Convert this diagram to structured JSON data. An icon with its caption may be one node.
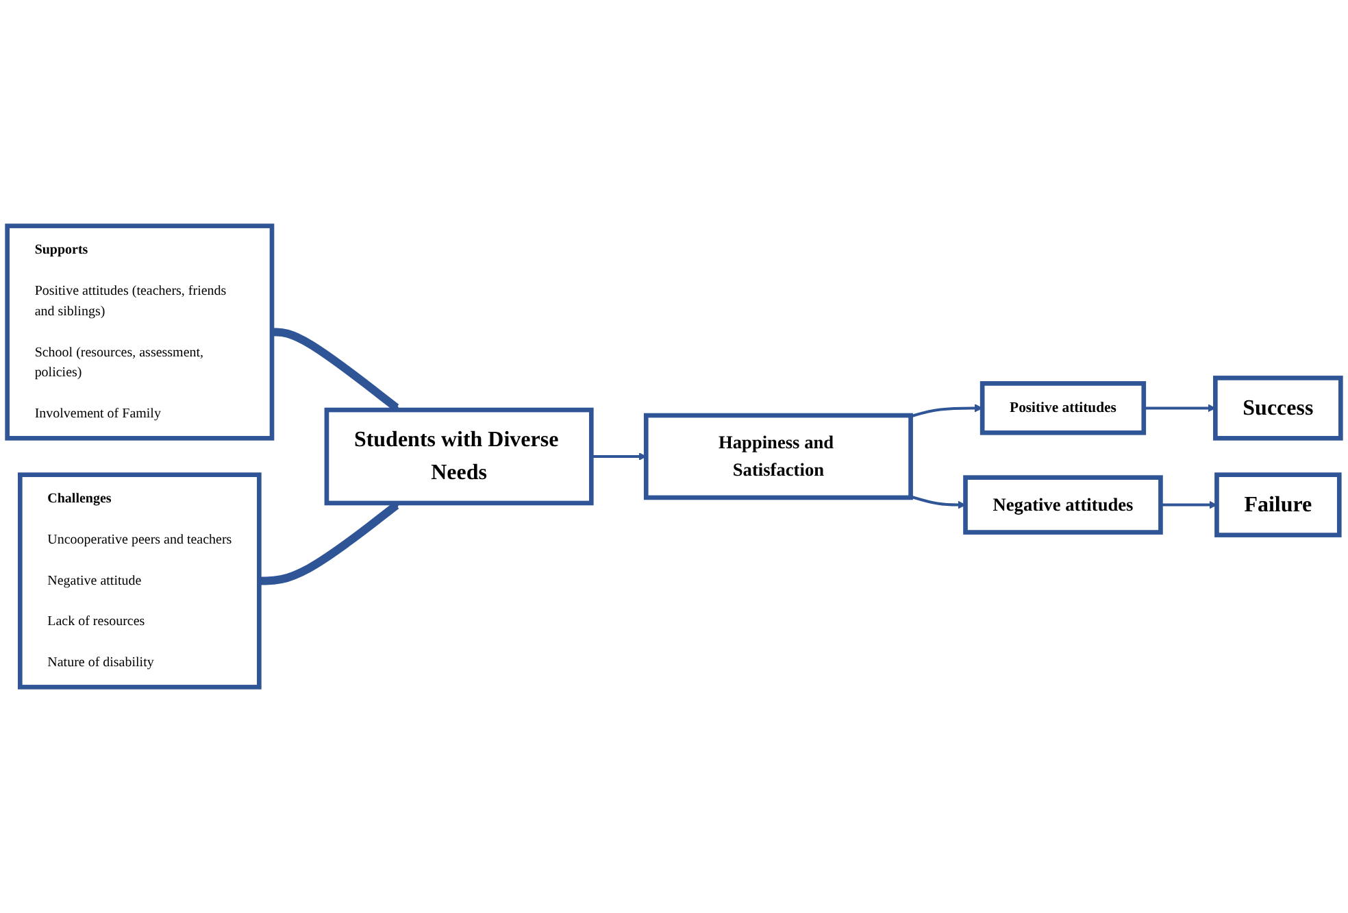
{
  "diagram": {
    "nodes": [
      {
        "text": [
          "Supports",
          "Positive attitudes (teachers, friends and siblings)",
          "School (resources, assessment, policies)",
          "Involvement of Family"
        ]
      },
      {
        "text": [
          "Challenges",
          "Uncooperative peers and teachers",
          "Negative attitude",
          "Lack of resources",
          "Nature of disability"
        ]
      },
      {
        "text": [
          "Students with Diverse Needs"
        ]
      },
      {
        "text": [
          "Happiness and Satisfaction"
        ]
      },
      {
        "text": [
          "Success"
        ]
      },
      {
        "text": [
          "Positive attitudes"
        ]
      },
      {
        "text": [
          "Negative attitudes"
        ]
      },
      {
        "text": [
          "Failure"
        ]
      }
    ],
    "edges": [
      {
        "from": 0,
        "to": 2,
        "arrow": "to",
        "style": "thick"
      },
      {
        "from": 1,
        "to": 2,
        "arrow": "to",
        "style": "thick"
      },
      {
        "from": 2,
        "to": 3,
        "arrow": "to"
      },
      {
        "from": 3,
        "to": 5,
        "arrow": "to"
      },
      {
        "from": 3,
        "to": 6,
        "arrow": "to"
      },
      {
        "from": 5,
        "to": 4,
        "arrow": "to"
      },
      {
        "from": 6,
        "to": 7,
        "arrow": "to"
      }
    ]
  }
}
